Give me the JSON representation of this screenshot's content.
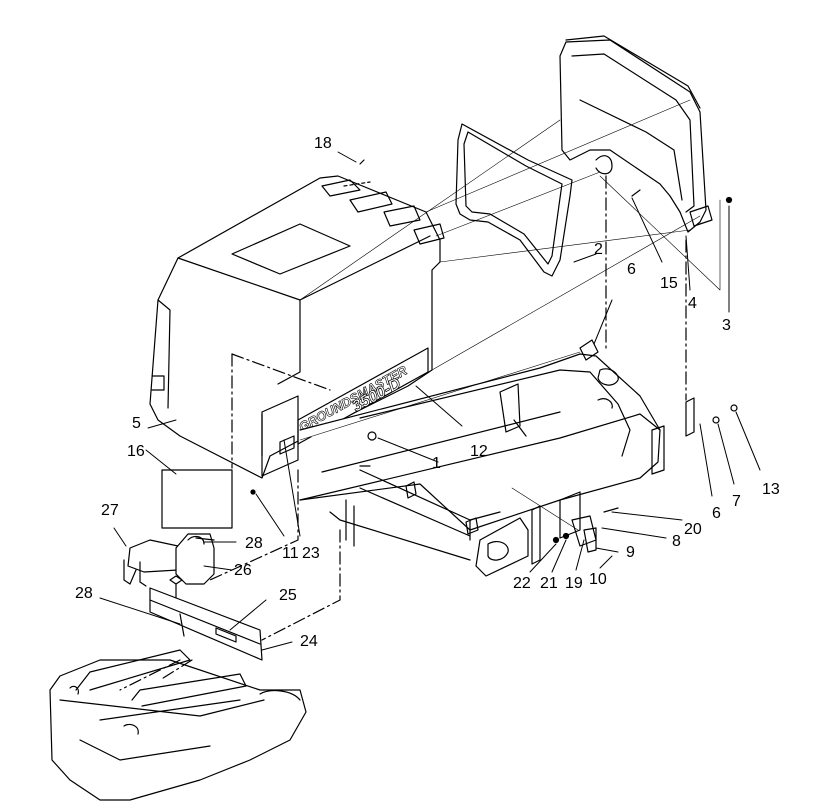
{
  "diagram": {
    "decal_line1": "GROUNDSMASTER",
    "decal_line2": "3500-D",
    "callouts": {
      "c1": "1",
      "c2": "2",
      "c3": "3",
      "c4": "4",
      "c5": "5",
      "c6a": "6",
      "c6b": "6",
      "c7": "7",
      "c8": "8",
      "c9": "9",
      "c10": "10",
      "c11": "11",
      "c12": "12",
      "c13": "13",
      "c15": "15",
      "c16": "16",
      "c18": "18",
      "c19": "19",
      "c20": "20",
      "c21": "21",
      "c22": "22",
      "c23": "23",
      "c24": "24",
      "c25": "25",
      "c26": "26",
      "c27": "27",
      "c28a": "28",
      "c28b": "28"
    }
  }
}
